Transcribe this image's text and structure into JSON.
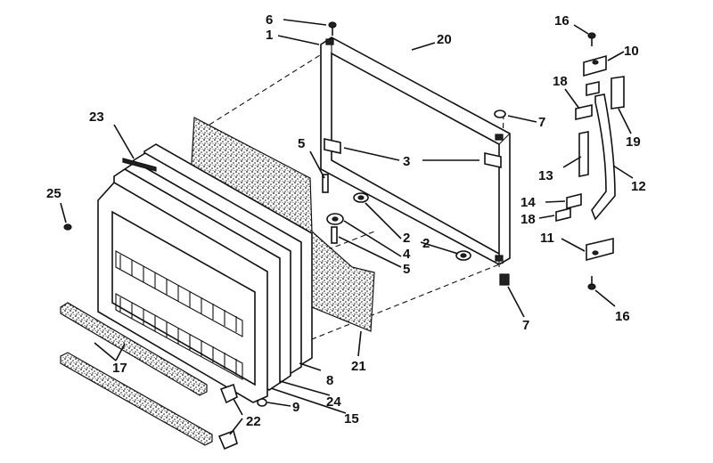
{
  "callouts": [
    {
      "id": "c1",
      "text": "1"
    },
    {
      "id": "c2a",
      "text": "2"
    },
    {
      "id": "c2b",
      "text": "2"
    },
    {
      "id": "c3",
      "text": "3"
    },
    {
      "id": "c4",
      "text": "4"
    },
    {
      "id": "c5a",
      "text": "5"
    },
    {
      "id": "c5b",
      "text": "5"
    },
    {
      "id": "c6",
      "text": "6"
    },
    {
      "id": "c7a",
      "text": "7"
    },
    {
      "id": "c7b",
      "text": "7"
    },
    {
      "id": "c8",
      "text": "8"
    },
    {
      "id": "c9",
      "text": "9"
    },
    {
      "id": "c10",
      "text": "10"
    },
    {
      "id": "c11",
      "text": "11"
    },
    {
      "id": "c12",
      "text": "12"
    },
    {
      "id": "c13",
      "text": "13"
    },
    {
      "id": "c14",
      "text": "14"
    },
    {
      "id": "c15",
      "text": "15"
    },
    {
      "id": "c16a",
      "text": "16"
    },
    {
      "id": "c16b",
      "text": "16"
    },
    {
      "id": "c17",
      "text": "17"
    },
    {
      "id": "c18a",
      "text": "18"
    },
    {
      "id": "c18b",
      "text": "18"
    },
    {
      "id": "c19",
      "text": "19"
    },
    {
      "id": "c20",
      "text": "20"
    },
    {
      "id": "c21",
      "text": "21"
    },
    {
      "id": "c22",
      "text": "22"
    },
    {
      "id": "c23",
      "text": "23"
    },
    {
      "id": "c24",
      "text": "24"
    },
    {
      "id": "c25",
      "text": "25"
    }
  ]
}
